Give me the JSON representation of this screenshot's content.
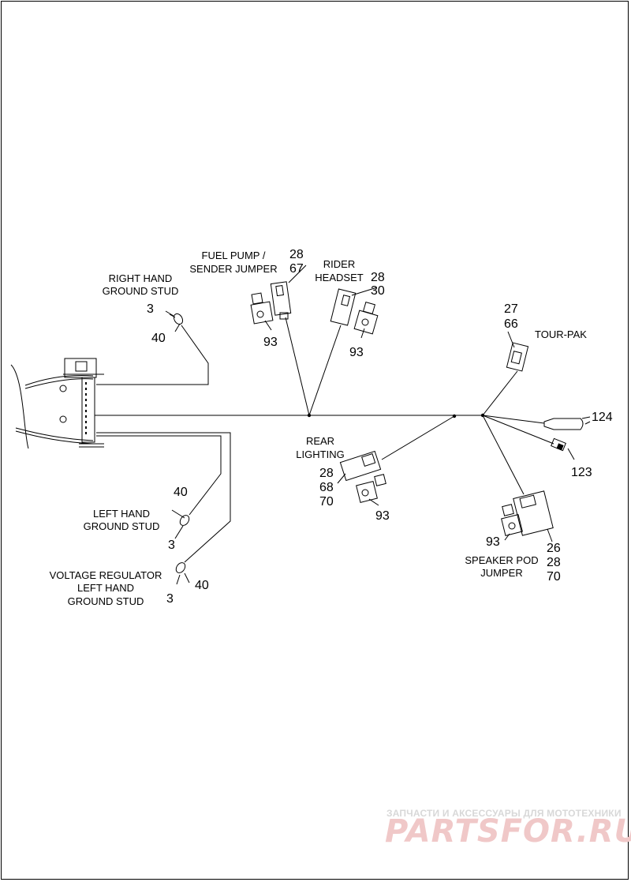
{
  "labels": {
    "right_hand_ground_stud": [
      "RIGHT HAND",
      "GROUND STUD"
    ],
    "fuel_pump": [
      "FUEL PUMP /",
      "SENDER JUMPER"
    ],
    "rider_headset": [
      "RIDER",
      "HEADSET"
    ],
    "tour_pak": "TOUR-PAK",
    "rear_lighting": [
      "REAR",
      "LIGHTING"
    ],
    "left_hand_ground_stud": [
      "LEFT HAND",
      "GROUND STUD"
    ],
    "voltage_regulator": [
      "VOLTAGE REGULATOR",
      "LEFT HAND",
      "GROUND STUD"
    ],
    "speaker_pod": [
      "SPEAKER POD",
      "JUMPER"
    ]
  },
  "callouts": {
    "rh_3": "3",
    "rh_40": "40",
    "fp_28": "28",
    "fp_67": "67",
    "fp_93": "93",
    "rd_28": "28",
    "rd_30": "30",
    "rd_93": "93",
    "tp_27": "27",
    "tp_66": "66",
    "c_124": "124",
    "c_123": "123",
    "rl_28": "28",
    "rl_68": "68",
    "rl_70": "70",
    "rl_93": "93",
    "lh_40": "40",
    "lh_3": "3",
    "vr_40": "40",
    "vr_3": "3",
    "sp_93": "93",
    "sp_26": "26",
    "sp_28": "28",
    "sp_70": "70"
  },
  "watermark": {
    "top": "ЗАПЧАСТИ И АКСЕССУАРЫ ДЛЯ МОТОТЕХНИКИ",
    "brand": "PARTSFOR.RU"
  }
}
